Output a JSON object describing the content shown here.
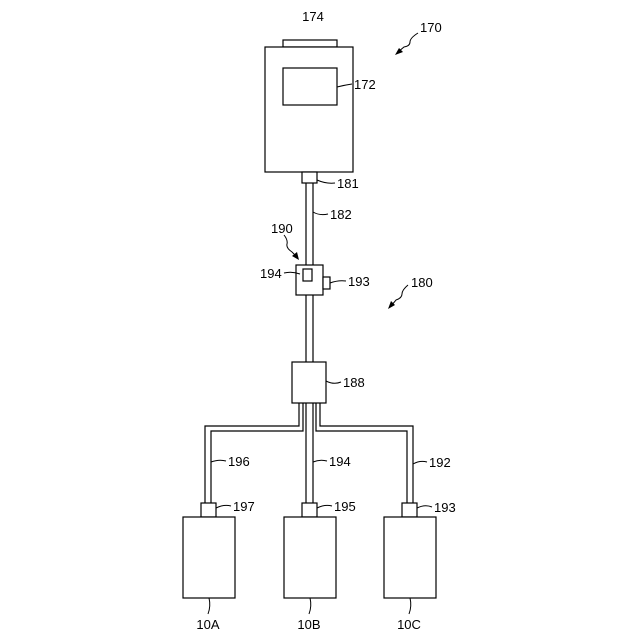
{
  "diagram": {
    "labels": {
      "controller": "170",
      "controller_display": "172",
      "controller_top_part": "174",
      "controller_connector": "181",
      "trunk_cable": "182",
      "inline_module": "190",
      "inline_module_window": "194",
      "inline_module_button": "193",
      "cable_assembly": "180",
      "splitter": "188",
      "branch_left": "196",
      "branch_center": "194",
      "branch_right": "192",
      "connector_left": "197",
      "connector_center": "195",
      "connector_right": "193",
      "device_a": "10A",
      "device_b": "10B",
      "device_c": "10C"
    }
  }
}
